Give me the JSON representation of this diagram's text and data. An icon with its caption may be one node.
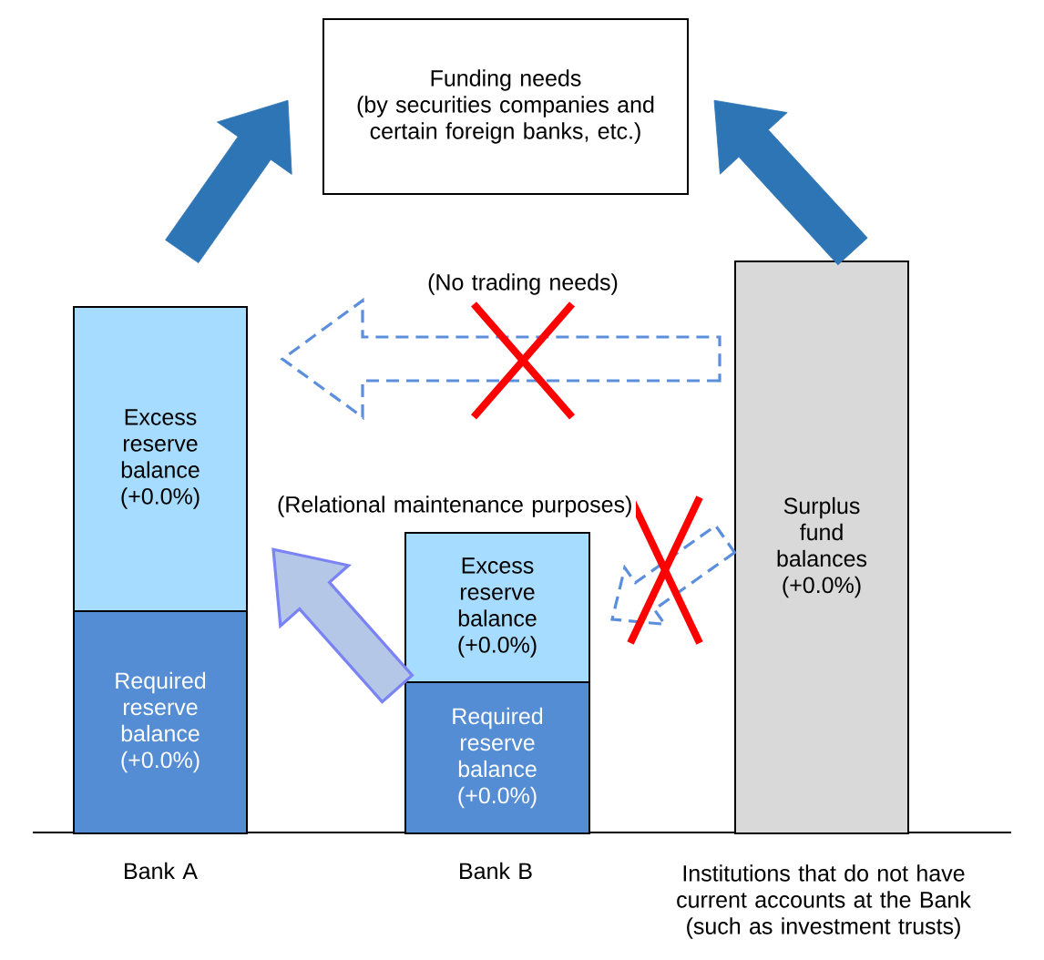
{
  "diagram": {
    "nodes": [
      {
        "text": [
          "Funding needs",
          "(by securities companies and certain foreign banks, etc.)"
        ]
      },
      {
        "text": [
          "Excess reserve balance (+0.0%)"
        ]
      },
      {
        "text": [
          "Required reserve balance (+0.0%)"
        ]
      },
      {
        "text": [
          "Excess reserve balance (+0.0%)"
        ]
      },
      {
        "text": [
          "Required reserve balance (+0.0%)"
        ]
      },
      {
        "text": [
          "Surplus fund balances (+0.0%)"
        ]
      }
    ],
    "edges": [
      {
        "from": 1,
        "to": 0,
        "arrow": "to"
      },
      {
        "from": 5,
        "to": 0,
        "arrow": "to"
      },
      {
        "from": 5,
        "to": 1,
        "arrow": "to",
        "style": "dashed",
        "color": "#5b8fdd",
        "label": "(No trading needs)"
      },
      {
        "from": 3,
        "to": 1,
        "arrow": "to",
        "color": "#b4c7e7",
        "label": "(Relational maintenance purposes)"
      },
      {
        "from": 5,
        "to": 3,
        "arrow": "to",
        "style": "dashed",
        "color": "#5b8fdd"
      }
    ],
    "labels": [
      "Bank A",
      "Bank B",
      "Institutions that do not have current accounts at the Bank (such as investment trusts)"
    ]
  }
}
